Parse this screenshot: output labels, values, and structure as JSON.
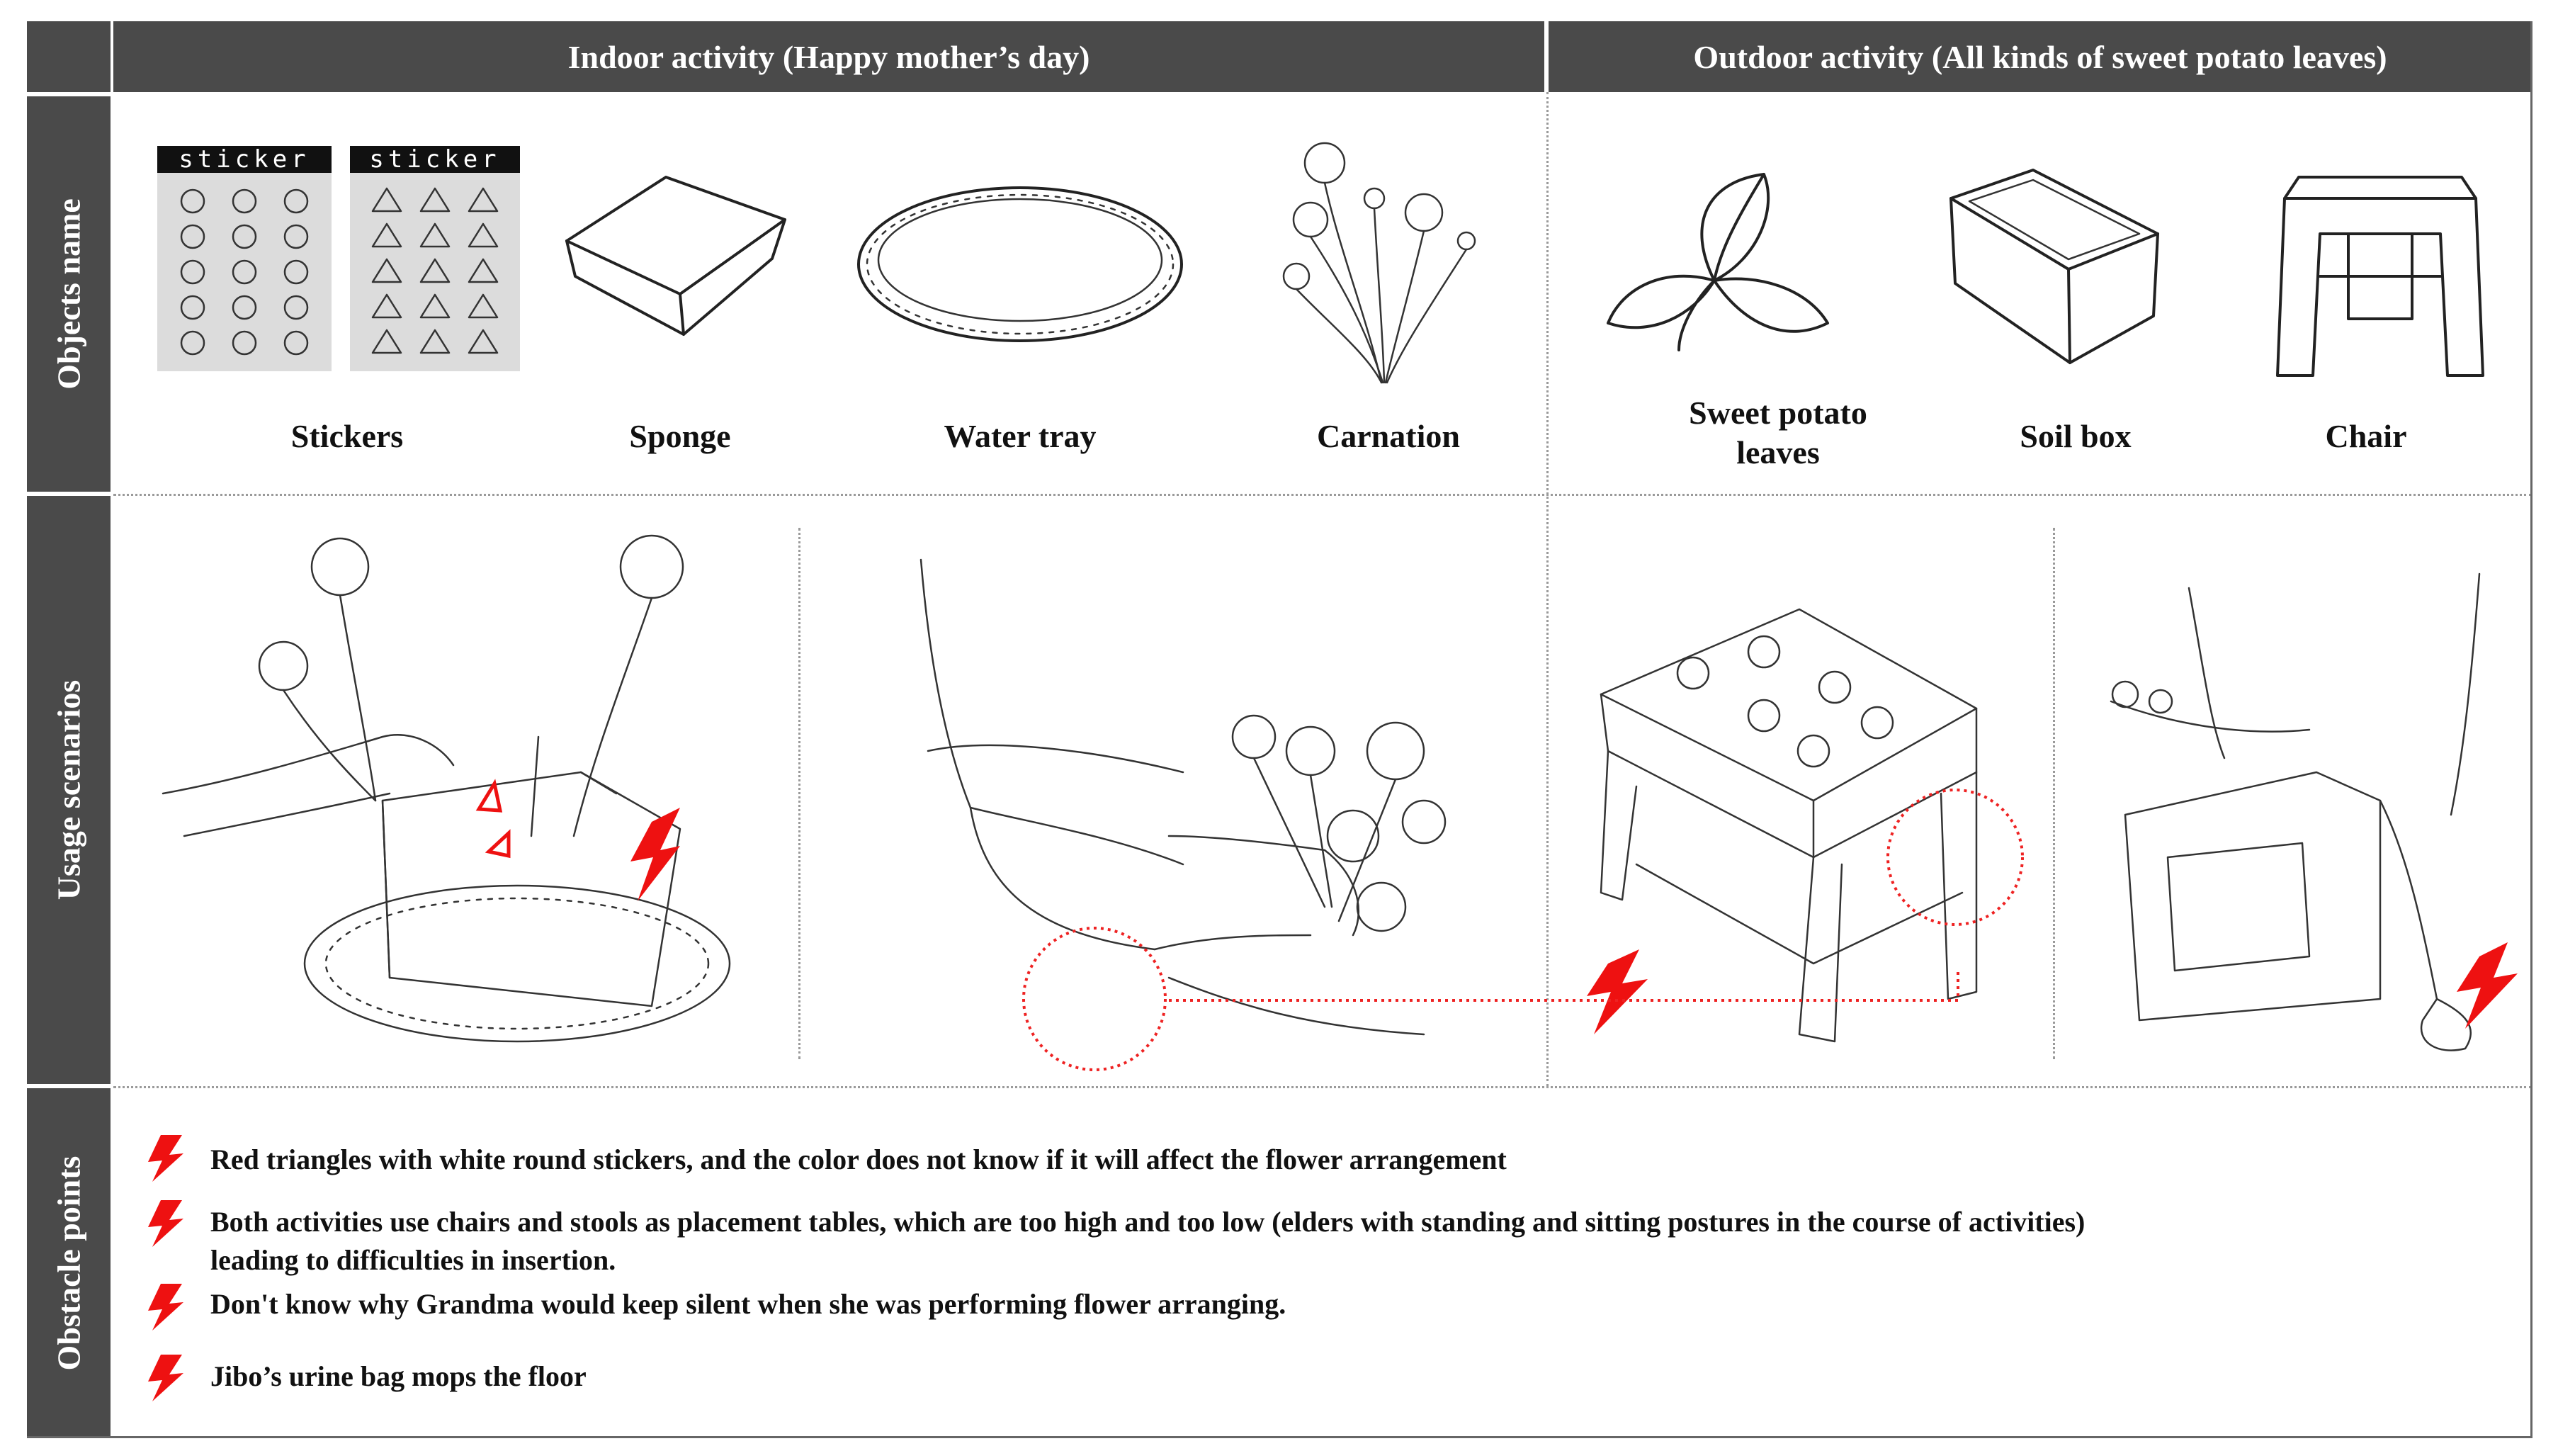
{
  "header": {
    "indoor": "Indoor activity (Happy mother’s day)",
    "outdoor": "Outdoor activity (All kinds of sweet potato leaves)"
  },
  "rows": {
    "objects": "Objects name",
    "usage": "Usage scenarios",
    "obstacles": "Obstacle points"
  },
  "objects": {
    "sticker_tag_1": "sticker",
    "sticker_tag_2": "sticker",
    "stickers": "Stickers",
    "sponge": "Sponge",
    "water_tray": "Water tray",
    "carnation": "Carnation",
    "sweet_potato_line1": "Sweet potato",
    "sweet_potato_line2": "leaves",
    "soil_box": "Soil box",
    "chair": "Chair"
  },
  "obstacles": [
    {
      "text": "Red triangles with white round stickers, and the color does not know if it will affect the flower arrangement"
    },
    {
      "text": "Both activities use chairs and stools as placement tables, which are too high and too low (elders with standing and sitting postures in the course of activities)",
      "text2": "leading to difficulties in insertion."
    },
    {
      "text": "Don't know why Grandma would keep silent when she was performing flower arranging."
    },
    {
      "text": "Jibo’s urine bag mops the floor"
    }
  ],
  "colors": {
    "header_bg": "#4a4a4a",
    "warning_red": "#ee1111",
    "divider": "#9a9a9a"
  },
  "icons": [
    "lightning-bolt-icon"
  ]
}
